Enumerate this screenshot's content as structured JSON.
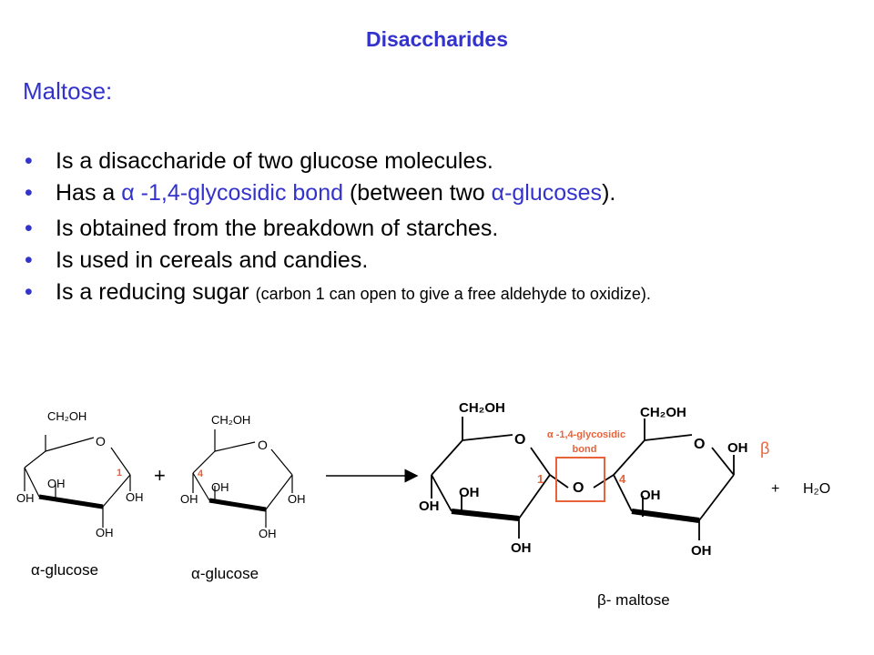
{
  "title": "Disaccharides",
  "subject": "Maltose:",
  "bullets": [
    {
      "text": "Is a disaccharide of two glucose molecules."
    },
    {
      "pre": "Has a ",
      "hl": "α -1,4-glycosidic bond",
      "mid": " (between two ",
      "hl2": "α-glucoses",
      "post": ")."
    },
    {
      "text": "Is obtained from the breakdown of starches."
    },
    {
      "text": "Is used in cereals and candies."
    },
    {
      "text": "Is a reducing sugar ",
      "note": "(carbon 1 can open to give a free aldehyde to oxidize)."
    }
  ],
  "reaction": {
    "ring_oxygen": "O",
    "ch2oh": "CH₂OH",
    "oh": "OH",
    "carbon_1": "1",
    "carbon_4": "4",
    "plus": "+",
    "glucose_label_1": "α-glucose",
    "glucose_label_2": "α-glucose",
    "bond_label_line1": "α -1,4-glycosidic",
    "bond_label_line2": "bond",
    "beta_symbol": "β",
    "water": "H₂O",
    "product_label": "β- maltose"
  },
  "colors": {
    "heading": "#3333cc",
    "highlight": "#3333cc",
    "bond_box": "#e8633a",
    "carbon_number": "#e8633a"
  }
}
